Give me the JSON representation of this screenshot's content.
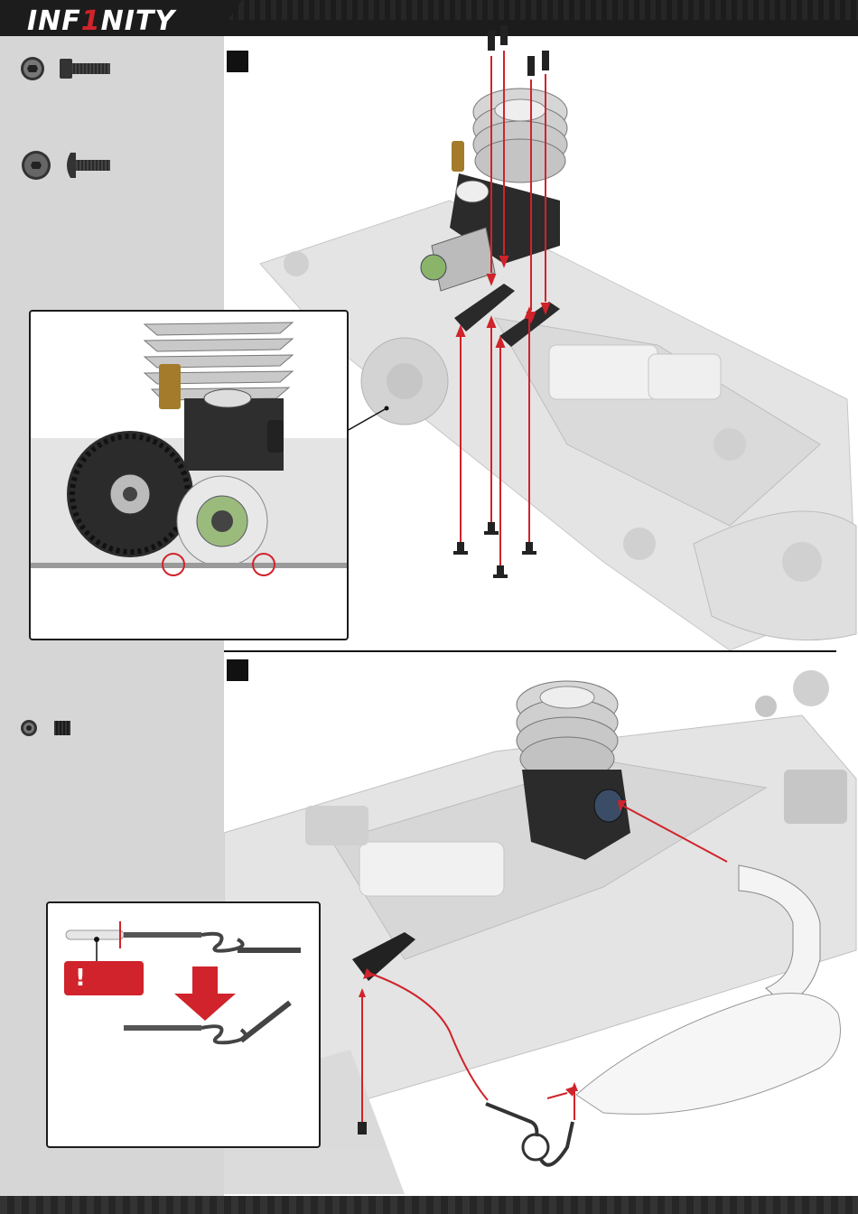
{
  "header": {
    "brand_prefix": "INF",
    "brand_highlight": "1",
    "brand_suffix": "NITY"
  },
  "warning": {
    "symbol": "!"
  },
  "colors": {
    "accent_red": "#d0232b",
    "sidebar": "#d6d6d6",
    "header": "#1c1c1c"
  },
  "icons": [
    "cap-head-screw-icon",
    "button-head-screw-icon",
    "set-screw-icon",
    "warning-icon",
    "down-arrow-icon"
  ]
}
